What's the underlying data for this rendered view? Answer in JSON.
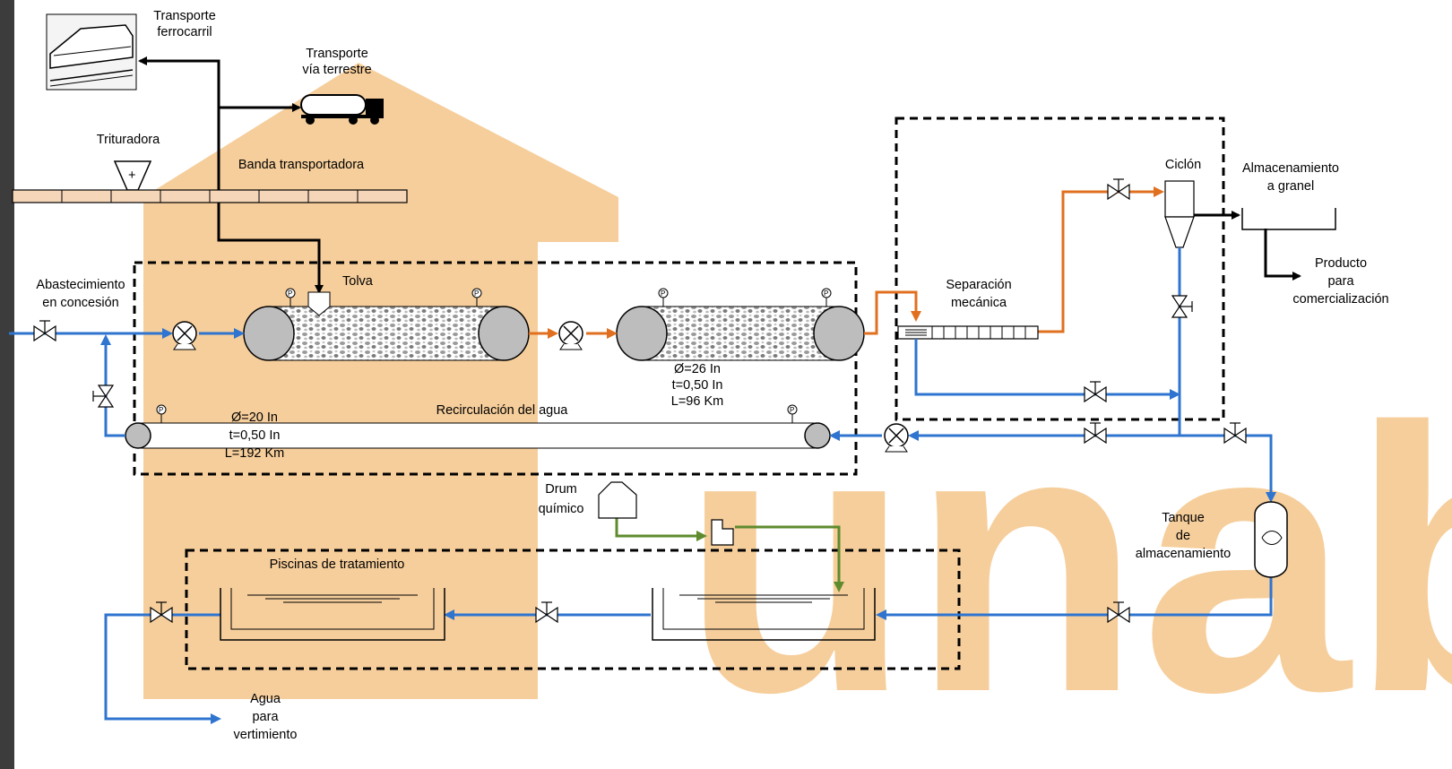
{
  "watermark": {
    "text": "unab",
    "color": "#f5c68a"
  },
  "colors": {
    "water": "#2f74cf",
    "slurry": "#e07020",
    "chemical": "#5e8b2e",
    "solids": "#000000"
  },
  "labels": {
    "transporte_ferrocarril": [
      "Transporte",
      "ferrocarril"
    ],
    "transporte_terrestre": [
      "Transporte",
      "vía terrestre"
    ],
    "trituradora": "Trituradora",
    "banda": "Banda transportadora",
    "abastecimiento": [
      "Abastecimiento",
      "en concesión"
    ],
    "tolva": "Tolva",
    "pipe1_specs": [
      "Ø=26 In",
      "t=0,50 In",
      "L=96 Km"
    ],
    "recirculacion": "Recirculación del agua",
    "pipe2_specs": [
      "Ø=20 In",
      "t=0,50 In",
      "L=192 Km"
    ],
    "separacion": [
      "Separación",
      "mecánica"
    ],
    "ciclon": "Ciclón",
    "almacenamiento": [
      "Almacenamiento",
      "a granel"
    ],
    "producto": [
      "Producto",
      "para",
      "comercialización"
    ],
    "drum": [
      "Drum",
      "químico"
    ],
    "piscinas": "Piscinas de tratamiento",
    "tanque": [
      "Tanque",
      "de",
      "almacenamiento"
    ],
    "agua": [
      "Agua",
      "para",
      "vertimiento"
    ],
    "pressure_gauge": "P",
    "hopper_symbol": "+"
  }
}
